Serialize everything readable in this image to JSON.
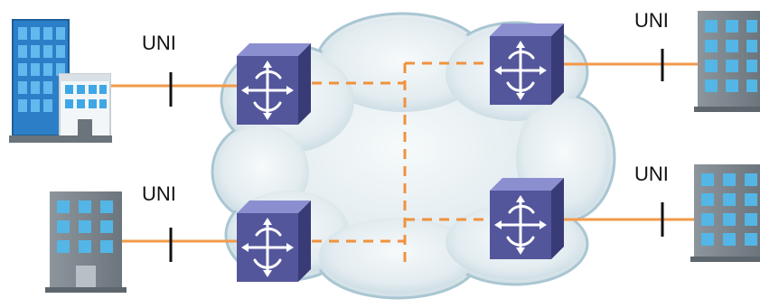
{
  "labels": {
    "uni_top_left": "UNI",
    "uni_bottom_left": "UNI",
    "uni_top_right": "UNI",
    "uni_bottom_right": "UNI"
  },
  "colors": {
    "access_link": "#f29a4a",
    "core_link": "#f0923c",
    "cloud_fill": "#e9f0f3",
    "cloud_edge": "#a9c6d2",
    "switch_face": "#54569c",
    "switch_top": "#8c8fcf",
    "switch_side": "#393b77",
    "building_window": "#53b6e6",
    "building_body": "#7a838c"
  },
  "icons": {
    "switch": "layer3-switch-icon",
    "building": "office-building-icon"
  }
}
